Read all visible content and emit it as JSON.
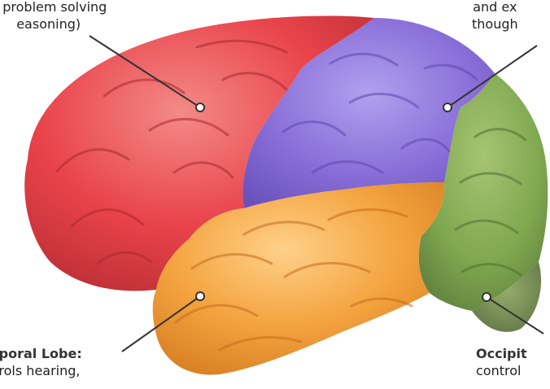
{
  "labels": {
    "frontal": {
      "line1": "d problem solving",
      "line2": "easoning)"
    },
    "parietal": {
      "line1": "and ex",
      "line2": "though"
    },
    "temporal": {
      "title": "mporal Lobe:",
      "line2": "ntrols hearing,"
    },
    "occipital": {
      "title": "Occipit",
      "line2": "control"
    }
  },
  "colors": {
    "frontal": "#e9434b",
    "parietal": "#8a6fd8",
    "temporal": "#f3a33e",
    "occipital": "#7fa84f",
    "cerebellum": "#7c9b4b",
    "leader": "#333333"
  }
}
